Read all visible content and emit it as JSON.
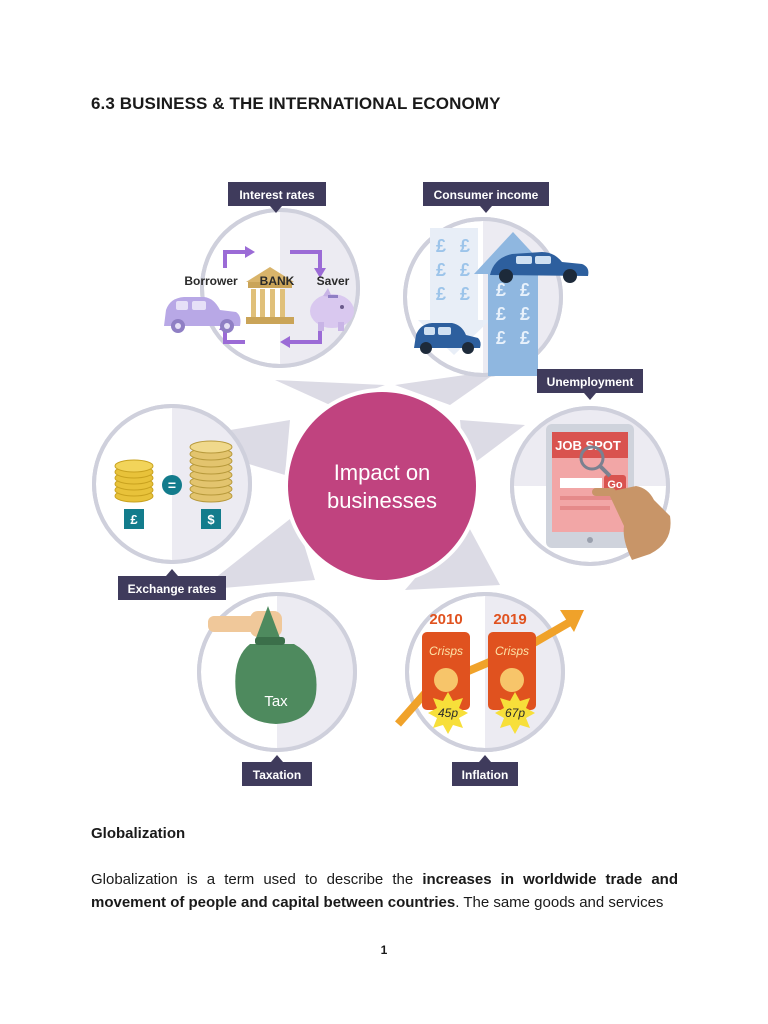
{
  "document": {
    "title": "6.3 BUSINESS & THE INTERNATIONAL ECONOMY",
    "page_number": "1"
  },
  "diagram": {
    "center_label_line1": "Impact on",
    "center_label_line2": "businesses",
    "center_color": "#c0437f",
    "label_color": "#3f3b5c",
    "segments": {
      "interest_rates": {
        "label": "Interest rates",
        "borrower": "Borrower",
        "bank": "BANK",
        "saver": "Saver"
      },
      "consumer_income": {
        "label": "Consumer income",
        "currency_symbol": "£"
      },
      "unemployment": {
        "label": "Unemployment",
        "site_name": "JOB SPOT",
        "go_button": "Go"
      },
      "exchange_rates": {
        "label": "Exchange rates",
        "equals": "=",
        "pound_symbol": "£",
        "dollar_symbol": "$"
      },
      "taxation": {
        "label": "Taxation",
        "bag_text": "Tax"
      },
      "inflation": {
        "label": "Inflation",
        "year_1": "2010",
        "year_2": "2019",
        "product": "Crisps",
        "price_1": "45p",
        "price_2": "67p"
      }
    }
  },
  "globalization": {
    "heading": "Globalization",
    "text_1": "Globalization is a term used to describe the ",
    "text_bold": "increases in worldwide trade and movement of people and capital between countries",
    "text_2": ". The same goods and services"
  }
}
